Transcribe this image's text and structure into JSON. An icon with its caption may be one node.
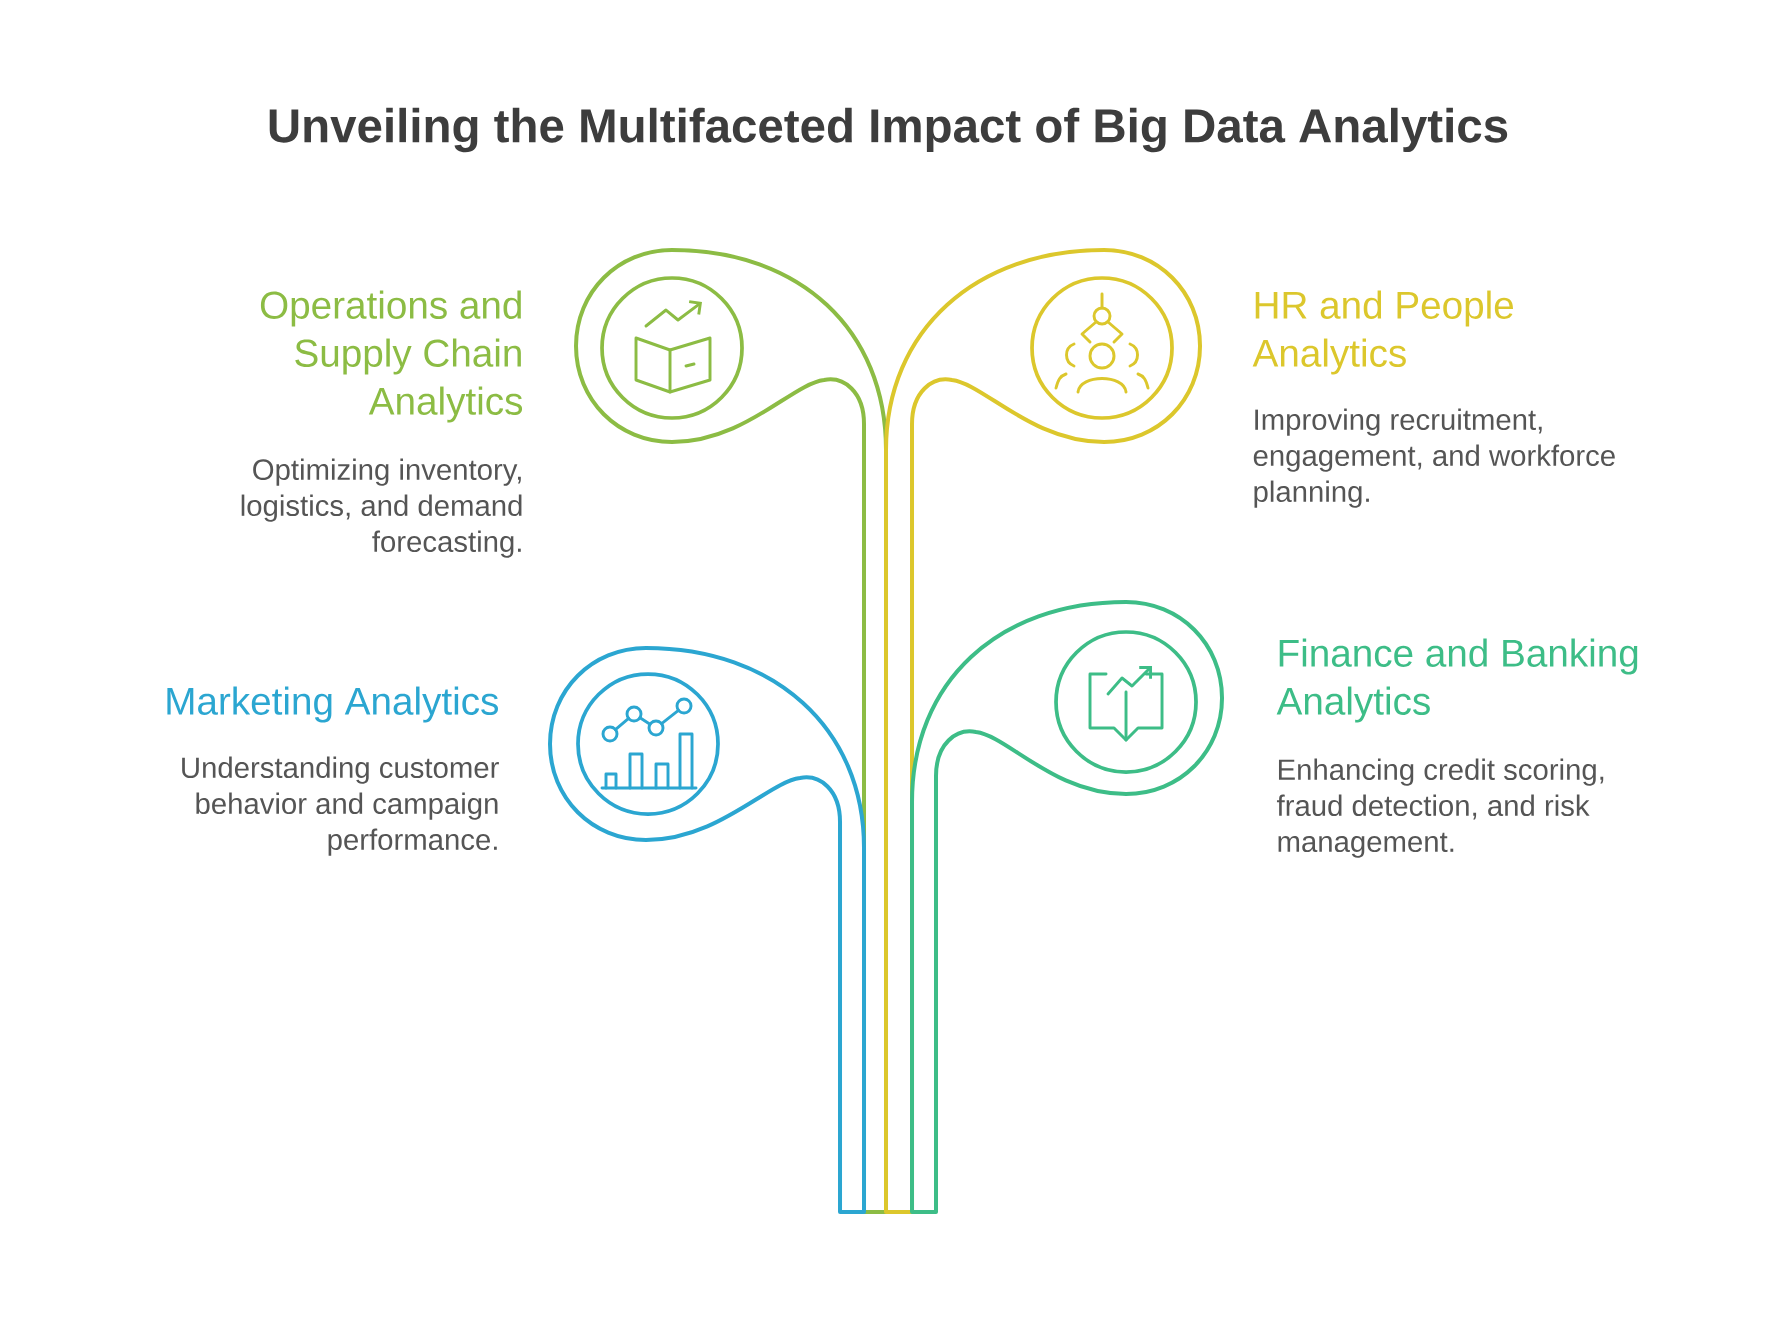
{
  "diagram": {
    "title": "Unveiling the Multifaceted Impact of Big Data Analytics",
    "nodes": [
      {
        "text": [],
        "shape": "circle",
        "beside": [
          "Operations and Supply Chain Analytics",
          "Optimizing inventory, logistics, and demand forecasting."
        ]
      },
      {
        "text": [],
        "shape": "circle",
        "beside": [
          "HR and People Analytics",
          "Improving recruitment, engagement, and workforce planning."
        ]
      },
      {
        "text": [],
        "shape": "circle",
        "beside": [
          "Marketing Analytics",
          "Understanding customer behavior and campaign performance."
        ]
      },
      {
        "text": [],
        "shape": "circle",
        "beside": [
          "Finance and Banking Analytics",
          "Enhancing credit scoring, fraud detection, and risk management."
        ]
      }
    ]
  }
}
